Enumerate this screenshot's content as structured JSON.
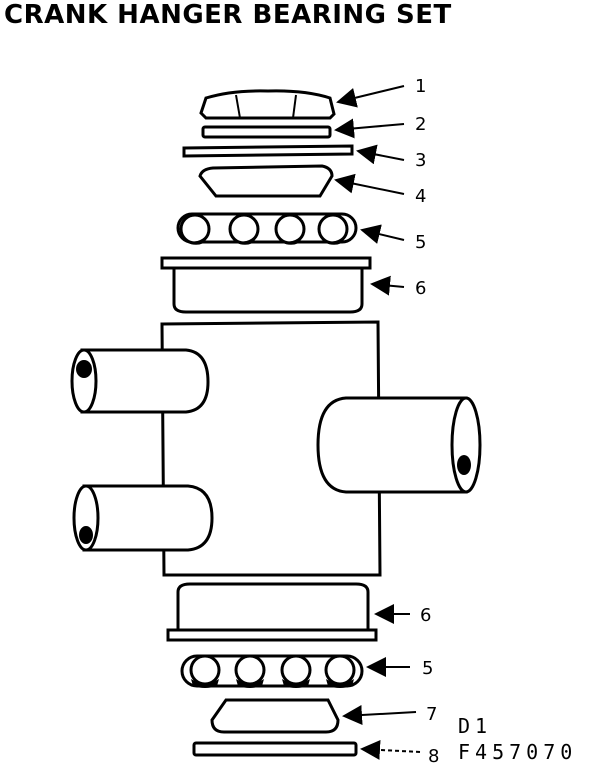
{
  "title": "CRANK HANGER BEARING SET",
  "codes": {
    "line1": "D1",
    "line2": "F457070"
  },
  "callouts": [
    "1",
    "2",
    "3",
    "4",
    "5",
    "6",
    "6",
    "5",
    "7",
    "8"
  ]
}
